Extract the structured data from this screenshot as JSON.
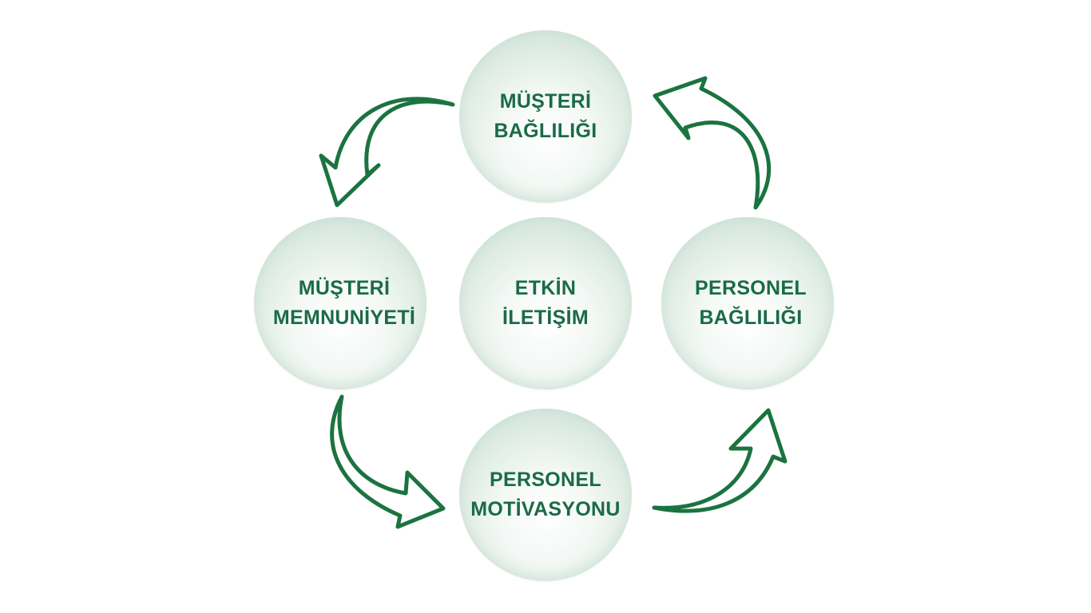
{
  "nodes": {
    "top": {
      "line1": "MÜŞTERİ",
      "line2": "BAĞLILIĞI"
    },
    "left": {
      "line1": "MÜŞTERİ",
      "line2": "MEMNUNİYETİ"
    },
    "center": {
      "line1": "ETKİN",
      "line2": "İLETİŞİM"
    },
    "right": {
      "line1": "PERSONEL",
      "line2": "BAĞLILIĞI"
    },
    "bottom": {
      "line1": "PERSONEL",
      "line2": "MOTİVASYONU"
    }
  },
  "colors": {
    "text": "#1a6b47",
    "arrow_stroke": "#1b7340",
    "circle_edge": "#bcd8c9"
  }
}
